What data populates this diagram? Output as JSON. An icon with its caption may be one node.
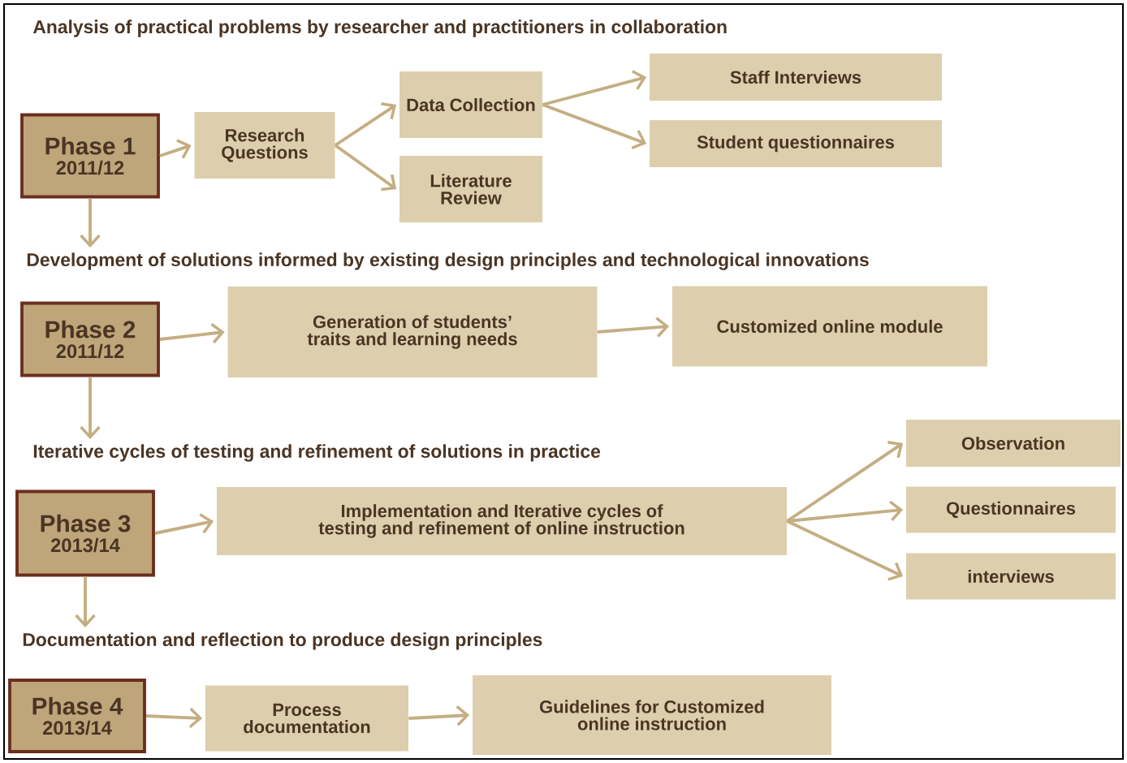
{
  "diagram": {
    "nodes": [
      {
        "text": [
          "Phase 1",
          "2011/12"
        ]
      },
      {
        "text": [
          "Research Questions"
        ]
      },
      {
        "text": [
          "Data Collection"
        ]
      },
      {
        "text": [
          "Literature Review"
        ]
      },
      {
        "text": [
          "Staff Interviews"
        ]
      },
      {
        "text": [
          "Student questionnaires"
        ]
      },
      {
        "text": [
          "Development of solutions informed by existing design principles and technological  innovations"
        ]
      },
      {
        "text": [
          "Phase 2",
          "2011/12"
        ]
      },
      {
        "text": [
          "Generation of students’ traits and learning needs"
        ]
      },
      {
        "text": [
          "Customized online module"
        ]
      },
      {
        "text": [
          "Iterative cycles of testing and refinement of solutions in practice"
        ]
      },
      {
        "text": [
          "Phase 3",
          "2013/14"
        ]
      },
      {
        "text": [
          "Implementation and Iterative cycles of testing and refinement of online instruction"
        ]
      },
      {
        "text": [
          "Observation"
        ]
      },
      {
        "text": [
          "Questionnaires"
        ]
      },
      {
        "text": [
          "interviews"
        ]
      },
      {
        "text": [
          "Documentation and reflection to produce design principles"
        ]
      },
      {
        "text": [
          "Phase 4",
          "2013/14"
        ]
      },
      {
        "text": [
          "Process documentation"
        ]
      },
      {
        "text": [
          "Guidelines for Customized online instruction"
        ]
      }
    ],
    "edges": [
      {
        "from": 0,
        "to": 1,
        "arrow": "to"
      },
      {
        "from": 1,
        "to": 2,
        "arrow": "to"
      },
      {
        "from": 1,
        "to": 3,
        "arrow": "to"
      },
      {
        "from": 2,
        "to": 4,
        "arrow": "to"
      },
      {
        "from": 2,
        "to": 5,
        "arrow": "to"
      },
      {
        "from": 0,
        "to": 6,
        "arrow": "to"
      },
      {
        "from": 7,
        "to": 8,
        "arrow": "to"
      },
      {
        "from": 8,
        "to": 9,
        "arrow": "to"
      },
      {
        "from": 7,
        "to": 10,
        "arrow": "to"
      },
      {
        "from": 11,
        "to": 12,
        "arrow": "to"
      },
      {
        "from": 12,
        "to": 13,
        "arrow": "to"
      },
      {
        "from": 12,
        "to": 14,
        "arrow": "to"
      },
      {
        "from": 12,
        "to": 15,
        "arrow": "to"
      },
      {
        "from": 11,
        "to": 16,
        "arrow": "to"
      },
      {
        "from": 17,
        "to": 18,
        "arrow": "to"
      },
      {
        "from": 18,
        "to": 19,
        "arrow": "to"
      }
    ],
    "labels": [
      "Analysis of practical problems by researcher and practitioners in collaboration"
    ]
  }
}
